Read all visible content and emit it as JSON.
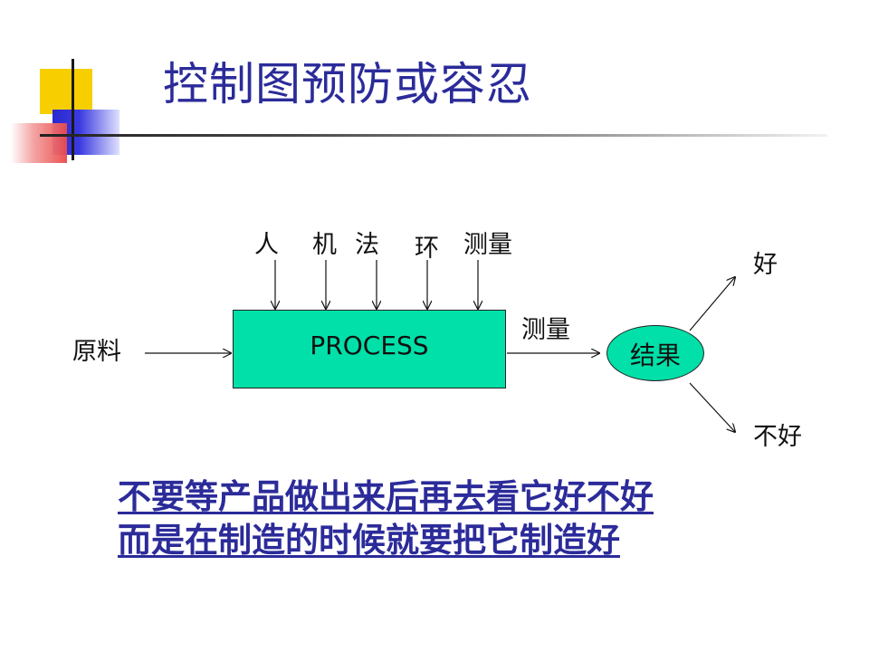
{
  "title": "控制图预防或容忍",
  "diagram": {
    "factors": [
      "人",
      "机",
      "法",
      "环",
      "测量"
    ],
    "input_label": "原料",
    "process_label": "PROCESS",
    "measure_label": "测量",
    "result_label": "结果",
    "good_label": "好",
    "bad_label": "不好"
  },
  "bottom": {
    "line1": "不要等产品做出来后再去看它好不好",
    "line2": "而是在制造的时候就要把它制造好"
  },
  "colors": {
    "title": "#2b2b9a",
    "process_fill": "#00e0a8",
    "emphasis_text": "#2b2b9a"
  }
}
